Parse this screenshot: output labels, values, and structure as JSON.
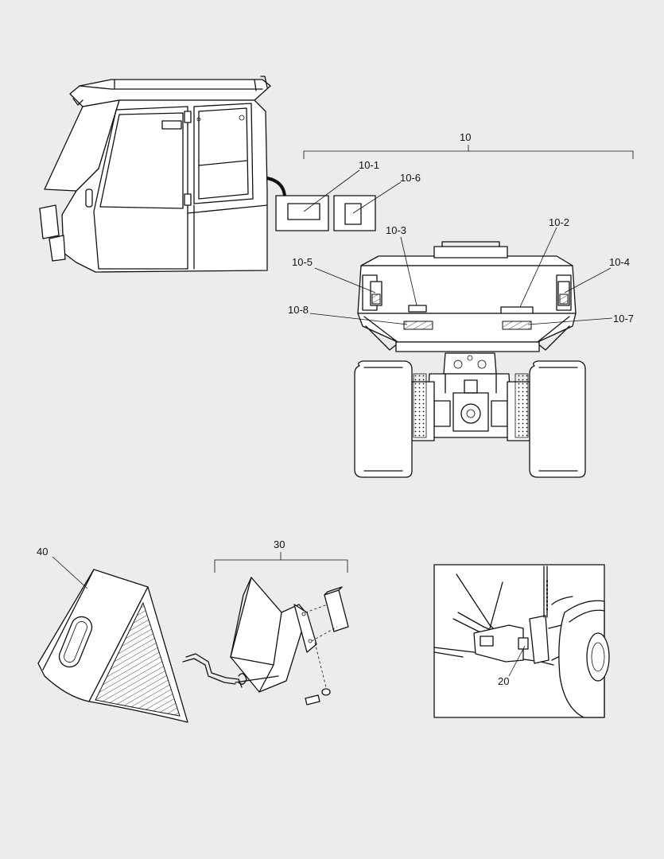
{
  "callouts": {
    "c10": "10",
    "c10_1": "10-1",
    "c10_2": "10-2",
    "c10_3": "10-3",
    "c10_4": "10-4",
    "c10_5": "10-5",
    "c10_6": "10-6",
    "c10_7": "10-7",
    "c10_8": "10-8",
    "c20": "20",
    "c30": "30",
    "c40": "40"
  },
  "colors": {
    "background": "#ececec",
    "line": "#111111",
    "part_fill": "#ffffff"
  }
}
